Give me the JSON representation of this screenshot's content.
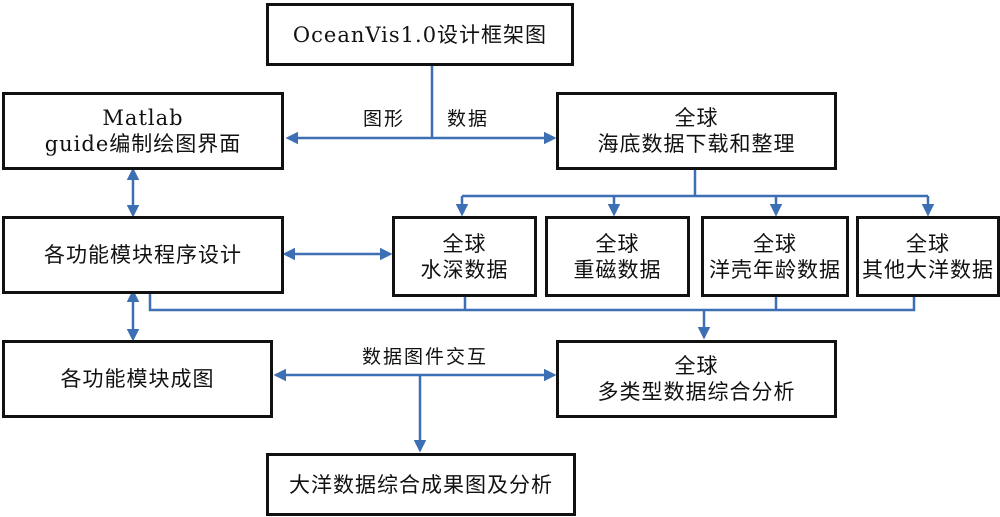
{
  "nodes": {
    "title": {
      "lines": [
        "OceanVis1.0设计框架图"
      ]
    },
    "matlab_gui": {
      "lines": [
        "Matlab",
        "guide编制绘图界面"
      ]
    },
    "global_download": {
      "lines": [
        "全球",
        "海底数据下载和整理"
      ]
    },
    "module_design": {
      "lines": [
        "各功能模块程序设计"
      ]
    },
    "depth_data": {
      "lines": [
        "全球",
        "水深数据"
      ]
    },
    "magnetic_data": {
      "lines": [
        "全球",
        "重磁数据"
      ]
    },
    "crust_age_data": {
      "lines": [
        "全球",
        "洋壳年龄数据"
      ]
    },
    "other_ocean_data": {
      "lines": [
        "全球",
        "其他大洋数据"
      ]
    },
    "module_plot": {
      "lines": [
        "各功能模块成图"
      ]
    },
    "multi_analysis": {
      "lines": [
        "全球",
        "多类型数据综合分析"
      ]
    },
    "result_maps": {
      "lines": [
        "大洋数据综合成果图及分析"
      ]
    }
  },
  "labels": {
    "graphics": "图形",
    "data": "数据",
    "interaction": "数据图件交互"
  },
  "colors": {
    "connector": "#3D6FB4",
    "box_border": "#111111"
  }
}
